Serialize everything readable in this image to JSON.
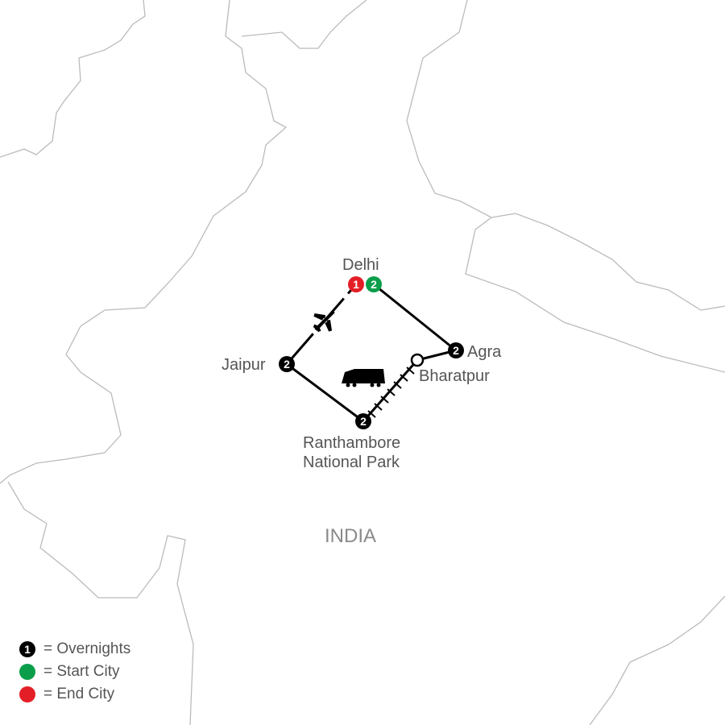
{
  "country_label": "INDIA",
  "cities": {
    "delhi": {
      "name": "Delhi",
      "end_overnights": "1",
      "start_overnights": "2"
    },
    "agra": {
      "name": "Agra",
      "overnights": "2"
    },
    "jaipur": {
      "name": "Jaipur",
      "overnights": "2"
    },
    "ranthambore": {
      "name_line1": "Ranthambore",
      "name_line2": "National Park",
      "overnights": "2"
    },
    "bharatpur": {
      "name": "Bharatpur"
    }
  },
  "legend": {
    "overnights": {
      "symbol": "1",
      "label": "= Overnights"
    },
    "start": {
      "label": "= Start City"
    },
    "end": {
      "label": "= End City"
    }
  },
  "colors": {
    "start": "#0a9e4a",
    "end": "#e41e26",
    "route": "#000000",
    "border": "#bbbbbb"
  }
}
